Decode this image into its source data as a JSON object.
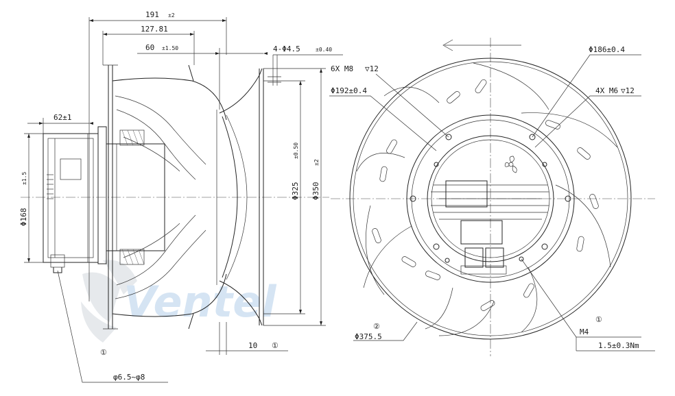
{
  "watermark": "Ventel",
  "side_view": {
    "dim_191": "191",
    "tol_191": "±2",
    "dim_127": "127.81",
    "dim_60": "60",
    "tol_60": "±1.50",
    "dim_62": "62±1",
    "dim_168": "Φ168",
    "tol_168": "±1.5",
    "dim_325": "Φ325",
    "tol_325": "±0.50",
    "dim_350": "Φ350",
    "tol_350": "±2",
    "holes": "4-Φ4.5",
    "tol_holes": "±0.40",
    "dim_10": "10",
    "note_marker_1": "①",
    "note_marker_10": "①",
    "cable": "φ6.5~φ8"
  },
  "front_view": {
    "m8": "6X M8",
    "m8_depth": "▽12",
    "pcd_192": "Φ192±0.4",
    "pcd_186": "Φ186±0.4",
    "m6": "4X M6",
    "m6_depth": "▽12",
    "marker_2": "②",
    "dia_375": "Φ375.5",
    "marker_1": "①",
    "m4": "M4",
    "torque": "1.5±0.3Nm"
  }
}
